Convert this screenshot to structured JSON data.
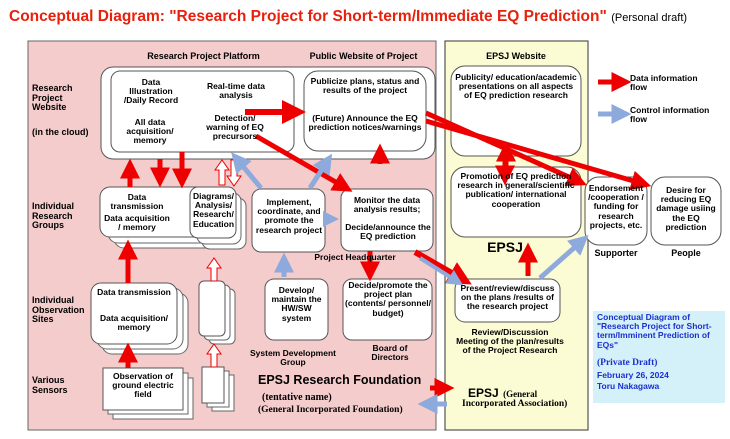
{
  "title": {
    "main": "Conceptual Diagram: \"Research Project for Short-term/Immediate EQ Prediction\"",
    "note": "(Personal draft)"
  },
  "colors": {
    "title_red": "#e8200c",
    "foundation_bg": "#f5cccc",
    "epsj_bg": "#fbfbd4",
    "data_arrow": "#ee0000",
    "control_arrow": "#8ea9db",
    "caption_blue": "#1a2fd0",
    "caption_bg": "#d4f0f8"
  },
  "rows": {
    "website": "Research Project Website",
    "website_sub": "(in the cloud)",
    "groups": "Individual Research Groups",
    "sites": "Individual Observation Sites",
    "sensors": "Various Sensors"
  },
  "headers": {
    "platform": "Research Project Platform",
    "public_site": "Public Website of Project",
    "epsj_site": "EPSJ Website",
    "headquarter": "Project Headquarter"
  },
  "boxes": {
    "data_illustration": "Data Illustration /Daily Record",
    "all_data": "All data acquisition/ memory",
    "realtime": "Real-time data analysis",
    "detection": "Detection/ warning of EQ precursors",
    "publicize": "Publicize plans, status and results of the project",
    "future": "(Future) Announce the EQ prediction notices/warnings",
    "epsj_public": "Publicity/ education/academic presentations on all aspects of EQ prediction research",
    "group_tx": "Data transmission",
    "group_acq": "Data acquisition / memory",
    "diagrams": "Diagrams/ Analysis/ Research/ Education",
    "implement": "Implement, coordinate, and promote the research project",
    "monitor": "Monitor the data analysis results;",
    "decide_announce": "Decide/announce the EQ prediction",
    "promotion": "Promotion of EQ prediction research in general/scientific publication/ international cooperation",
    "endorse": "Endorsement /cooperation / funding for research projects, etc.",
    "desire": "Desire for reducing EQ damage usiing the EQ prediction",
    "site_tx": "Data transmission",
    "site_acq": "Data acquisition/ memory",
    "develop": "Develop/ maintain the HW/SW system",
    "decide_plan": "Decide/promote the project plan (contents/ personnel/ budget)",
    "present": "Present/review/discuss on the plans /results of the research project",
    "observation": "Observation of ground electric field"
  },
  "labels": {
    "epsj": "EPSJ",
    "supporter": "Supporter",
    "people": "People",
    "sysdev": "System Development Group",
    "board": "Board of Directors",
    "review": "Review/Discussion Meeting of the plan/results of the Project Research",
    "foundation": "EPSJ Research Foundation",
    "tentative": "(tentative name)",
    "general_found": "(General Incorporated Foundation)",
    "epsj_general": "EPSJ",
    "epsj_general_a": "(General",
    "epsj_general_b": "Incorporated Association)"
  },
  "legend": {
    "data": "Data information flow",
    "control": "Control information flow"
  },
  "caption": {
    "line1": "Conceptual Diagram of \"Research Project for Short-term/Imminent Prediction of EQs\"",
    "private": "(Private Draft)",
    "date": "February 26, 2024",
    "author": "Toru Nakagawa"
  }
}
